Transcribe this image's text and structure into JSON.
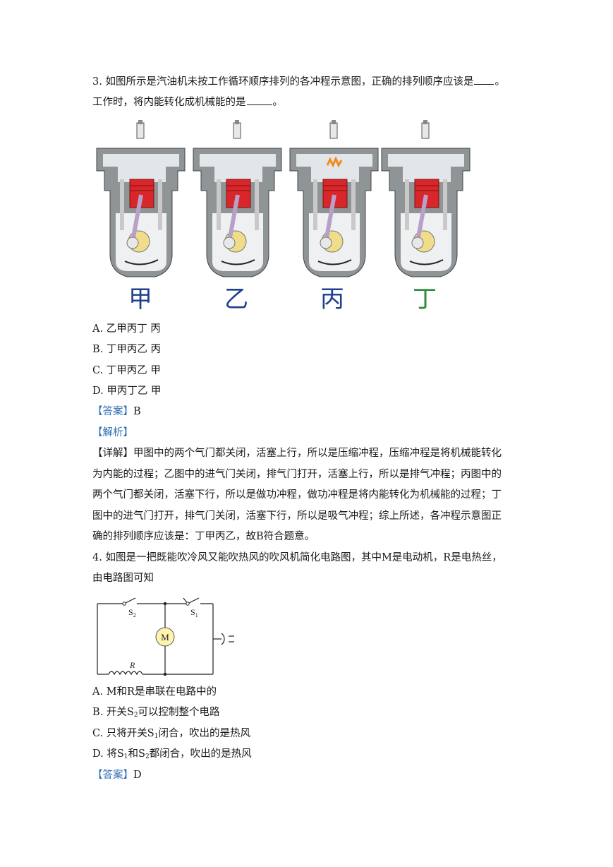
{
  "q3": {
    "line1_a": "3.  如图所示是汽油机未按工作循环顺序排列的各冲程示意图，正确的排列顺序应该是",
    "line1_b": "。",
    "line2_a": "工作时，将内能转化成机械能的是",
    "line2_b": "。",
    "engine_labels": [
      "甲",
      "乙",
      "丙",
      "丁"
    ],
    "options": [
      "A.  乙甲丙丁   丙",
      "B.  丁甲丙乙   丙",
      "C.  丁甲丙乙   甲",
      "D.  甲丙丁乙   甲"
    ],
    "answer_label": "【答案】",
    "answer": "B",
    "analysis_label": "【解析】",
    "detail": [
      "【详解】甲图中的两个气门都关闭，活塞上行，所以是压缩冲程，压缩冲程是将机械能转化",
      "为内能的过程；乙图中的进气门关闭，排气门打开，活塞上行，所以是排气冲程；丙图中的",
      "两个气门都关闭，活塞下行，所以是做功冲程，做功冲程是将内能转化为机械能的过程；丁",
      "图中的进气门打开，排气门关闭，活塞下行，所以是吸气冲程；综上所述，各冲程示意图正",
      "确的排列顺序应该是：丁甲丙乙，故B符合题意。"
    ]
  },
  "q4": {
    "line1": "4.  如图是一把既能吹冷风又能吹热风的吹风机简化电路图，其中M是电动机，R是电热丝，",
    "line2": "由电路图可知",
    "circuit": {
      "s2": "S",
      "s2_sub": "2",
      "s1": "S",
      "s1_sub": "1",
      "motor": "M",
      "resistor": "R"
    },
    "optA": "A.  M和R是串联在电路中的",
    "optB_pre": "B.  开关S",
    "optB_sub": "2",
    "optB_post": "可以控制整个电路",
    "optC_pre": "C.  只将开关S",
    "optC_sub": "1",
    "optC_post": "闭合，吹出的是热风",
    "optD_pre": "D.  将S",
    "optD_sub1": "1",
    "optD_mid": "和S",
    "optD_sub2": "2",
    "optD_post": "都闭合，吹出的是热风",
    "answer_label": "【答案】",
    "answer": "D"
  }
}
